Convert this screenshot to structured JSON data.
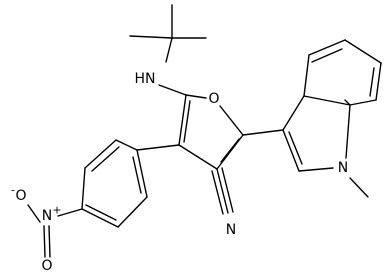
{
  "atoms": {
    "amine_nh": "HN",
    "furan_o": "O",
    "nitrile_n": "N",
    "indole_n": "N",
    "nitro_n": "N",
    "nitro_n_charge": "+",
    "nitro_o_top": "O",
    "nitro_o_bottom": "O",
    "nitro_o_charge": "-"
  },
  "colors": {
    "bond": "#000000",
    "background": "#ffffff"
  }
}
